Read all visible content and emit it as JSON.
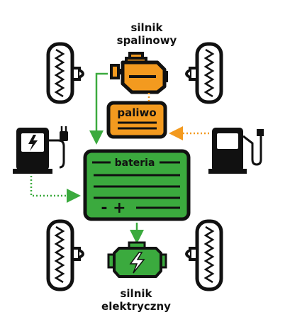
{
  "engine_combustion": {
    "label_line1": "silnik",
    "label_line2": "spalinowy"
  },
  "fuel_tank": {
    "label": "paliwo"
  },
  "battery": {
    "label": "bateria",
    "symbols": "- +"
  },
  "engine_electric": {
    "label_line1": "silnik",
    "label_line2": "elektryczny"
  },
  "colors": {
    "orange": "#F39A1F",
    "green": "#3BAA3E",
    "dark": "#111111",
    "white": "#FFFFFF"
  },
  "icons": {
    "combustion_engine": "engine-icon",
    "electric_engine": "electric-motor-icon",
    "charging_station": "ev-charger-icon",
    "fuel_pump": "fuel-pump-icon",
    "wheel": "wheel-icon"
  }
}
